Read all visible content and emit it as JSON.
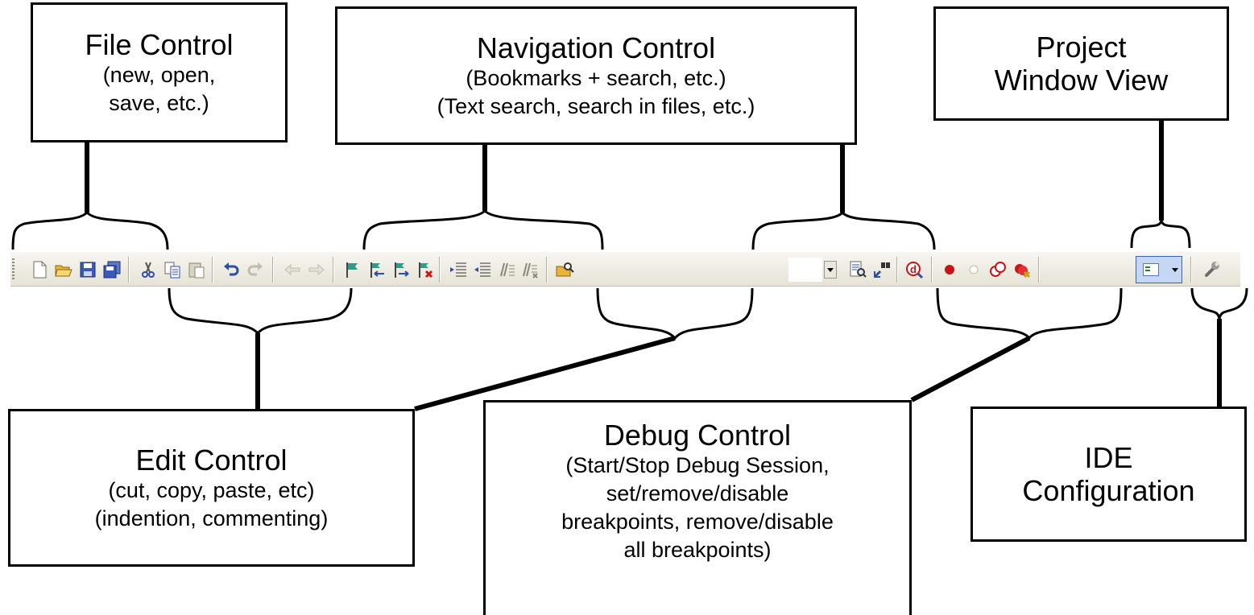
{
  "callouts": {
    "file": {
      "title": "File Control",
      "lines": [
        "(new, open,",
        "save, etc.)"
      ]
    },
    "nav": {
      "title": "Navigation Control",
      "lines": [
        "(Bookmarks + search, etc.)",
        "(Text search, search in files, etc.)"
      ]
    },
    "proj": {
      "title_lines": [
        "Project",
        "Window View"
      ]
    },
    "edit": {
      "title": "Edit Control",
      "lines": [
        "(cut, copy, paste, etc)",
        "(indention, commenting)"
      ]
    },
    "debug": {
      "title": "Debug Control",
      "lines": [
        "(Start/Stop Debug Session,",
        "set/remove/disable",
        "breakpoints, remove/disable",
        "all breakpoints)"
      ]
    },
    "ide": {
      "title_lines": [
        "IDE",
        "Configuration"
      ]
    }
  },
  "toolbar_icons": [
    "new-file-icon",
    "open-file-icon",
    "save-icon",
    "save-all-icon",
    "cut-icon",
    "copy-icon",
    "paste-icon",
    "undo-icon",
    "redo-icon",
    "navigate-back-icon",
    "navigate-forward-icon",
    "set-bookmark-icon",
    "previous-bookmark-icon",
    "next-bookmark-icon",
    "clear-bookmarks-icon",
    "indent-icon",
    "outdent-icon",
    "comment-icon",
    "uncomment-icon",
    "find-in-files-icon",
    "find-icon",
    "incremental-find-icon",
    "debug-session-icon",
    "insert-breakpoint-icon",
    "enable-breakpoint-icon",
    "disable-all-breakpoints-icon",
    "kill-all-breakpoints-icon",
    "project-window-icon",
    "configuration-wrench-icon"
  ]
}
